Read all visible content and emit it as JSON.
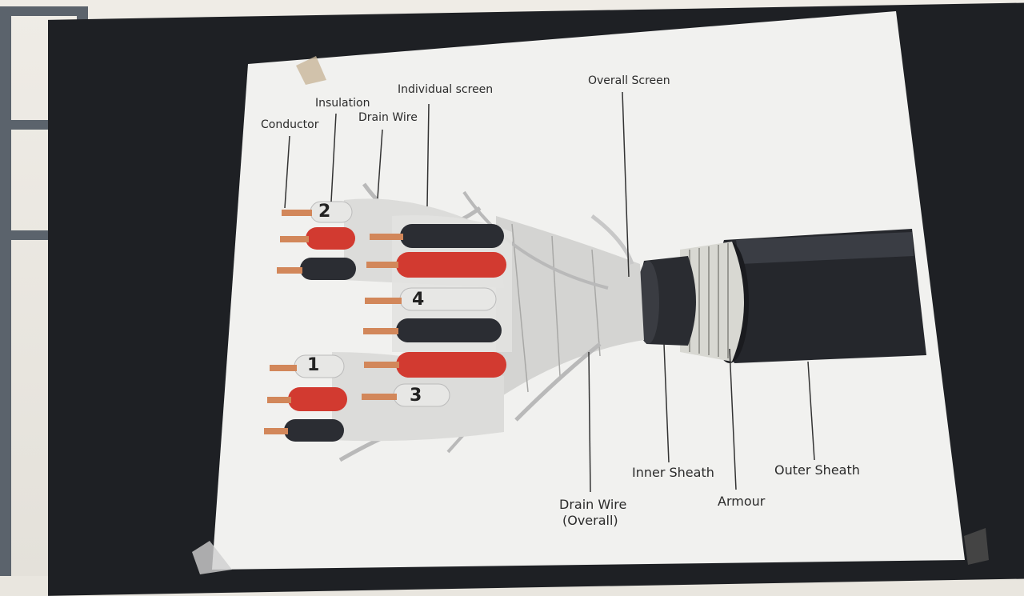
{
  "labels": {
    "conductor": "Conductor",
    "insulation": "Insulation",
    "drain_wire": "Drain Wire",
    "individual_screen": "Individual screen",
    "overall_screen": "Overall Screen",
    "inner_sheath": "Inner Sheath",
    "outer_sheath": "Outer Sheath",
    "armour": "Armour",
    "drain_wire_overall_line1": "Drain Wire",
    "drain_wire_overall_line2": "(Overall)"
  },
  "pair_numbers": [
    "1",
    "2",
    "3",
    "4"
  ],
  "colors": {
    "poster": "#f1f1ef",
    "board": "#1e2024",
    "wall": "#e9e6df",
    "frame": "#5b636c",
    "copper": "#d2875a",
    "red_insulation": "#d23a30",
    "black_insulation": "#2b2d33",
    "white_insulation": "#e7e7e5",
    "screen_foil": "#cfcfcf",
    "armour": "#d8d8d2",
    "outer_sheath": "#25272c"
  }
}
